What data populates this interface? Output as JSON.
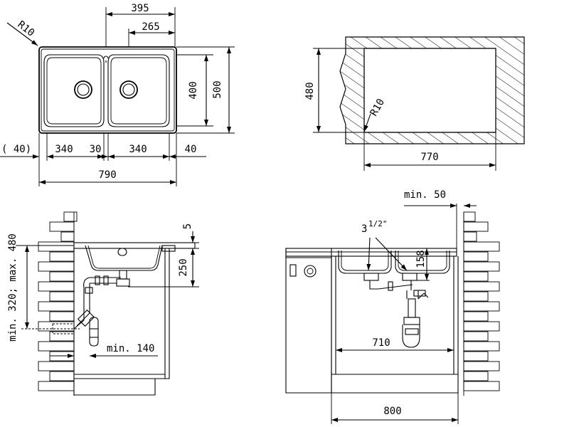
{
  "top_left_view": {
    "corner_radius": "R10",
    "dim_bowl_center_spacing": "395",
    "dim_offset": "265",
    "dim_inner_height": "400",
    "dim_outer_height": "500",
    "dim_left_offset": "( 40)",
    "dim_bowl1_width": "340",
    "dim_divider": "30",
    "dim_bowl2_width": "340",
    "dim_right_margin": "40",
    "dim_total_width": "790"
  },
  "top_right_view": {
    "dim_cutout_height": "480",
    "corner_radius": "R10",
    "dim_cutout_width": "770"
  },
  "bottom_left_view": {
    "dim_rim": "5",
    "dim_depth": "250",
    "dim_drain_height": "min. 320; max. 480",
    "dim_wall_clearance": "min. 140"
  },
  "bottom_right_view": {
    "dim_min_gap": "min. 50",
    "drain_size_whole": "3",
    "drain_size_fraction": "1/2\"",
    "dim_bowl_depth": "158",
    "dim_cabinet_inner": "710",
    "dim_cabinet_outer": "800"
  }
}
